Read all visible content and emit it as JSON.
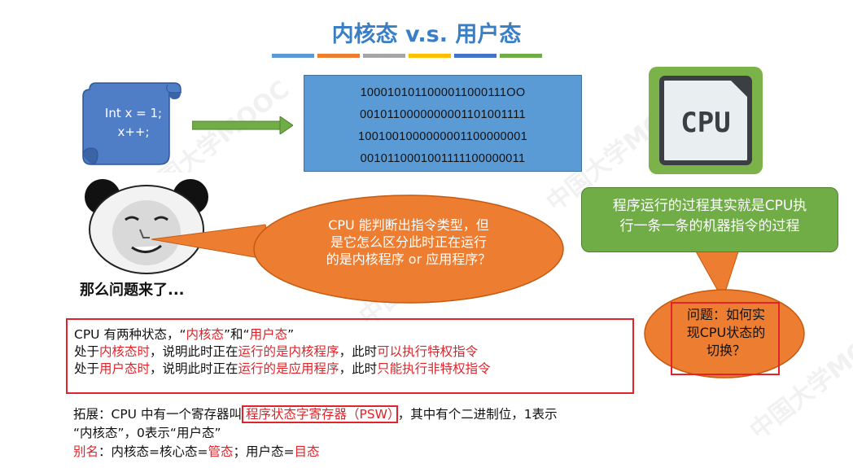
{
  "title": "内核态 v.s. 用户态",
  "title_bar_colors": [
    "#5b9bd5",
    "#ed7d31",
    "#a5a5a5",
    "#ffc000",
    "#4472c4",
    "#70ad47"
  ],
  "code_scroll": {
    "line1": "Int x = 1;",
    "line2": "x++;"
  },
  "binary_lines": [
    "1000101011000011000111OO",
    "0010110000000001101001111",
    "1001001000000001100000001",
    "0010110001001111100000011"
  ],
  "cpu_chip": {
    "label": "CPU"
  },
  "green_note": {
    "line1": "程序运行的过程其实就是CPU执",
    "line2": "行一条一条的机器指令的过程"
  },
  "meme": {
    "caption": "那么问题来了..."
  },
  "orange_bubble": {
    "line1": "CPU 能判断出指令类型，但",
    "line2": "是它怎么区分此时正在运行",
    "line3": "的是内核程序 or 应用程序？"
  },
  "question_bubble": {
    "line1": "问题：如何实",
    "line2": "现CPU状态的",
    "line3": "切换？"
  },
  "states_box": {
    "l1_a": "CPU 有两种状态，“",
    "l1_b": "内核态",
    "l1_c": "”和“",
    "l1_d": "用户态",
    "l1_e": "”",
    "l2_a": "处于",
    "l2_b": "内核态时",
    "l2_c": "，说明此时正在",
    "l2_d": "运行的是内核程序",
    "l2_e": "，此时",
    "l2_f": "可以执行特权指令",
    "l3_a": "处于",
    "l3_b": "用户态时",
    "l3_c": "，说明此时正在",
    "l3_d": "运行的是应用程序",
    "l3_e": "，此时",
    "l3_f": "只能执行非特权指令"
  },
  "extension": {
    "l1_a": "拓展：CPU 中有一个寄存器叫",
    "l1_b": "程序状态字寄存器（PSW）",
    "l1_c": "，其中有个二进制位，1表示",
    "l2": "“内核态”，0表示“用户态”",
    "l3_a": "别名",
    "l3_b": "：内核态=核心态=",
    "l3_c": "管态",
    "l3_d": "；用户态=",
    "l3_e": "目态"
  },
  "watermark": "中国大学MOOC"
}
